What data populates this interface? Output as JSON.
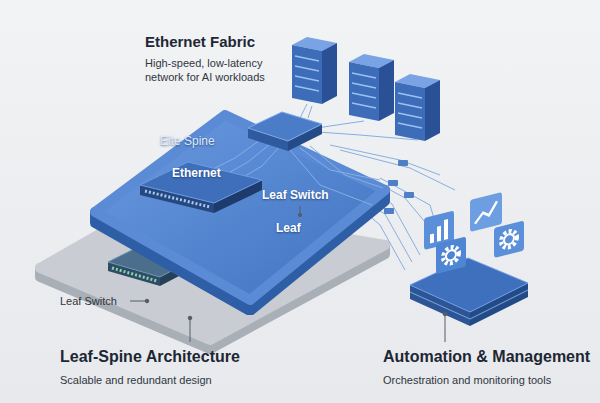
{
  "diagram": {
    "nodes": [
      {
        "text": [
          "Eite Spine",
          "Ethernet",
          "Leaf Switch",
          "Leaf"
        ]
      }
    ],
    "labels": [
      "Ethernet Fabric",
      "High-speed, low-latency network for AI workloads",
      "Leaf Switch",
      "Leaf-Spine Architecture",
      "Scalable and redundant design",
      "Automation & Management",
      "Orchestration and monitoring tools"
    ]
  }
}
